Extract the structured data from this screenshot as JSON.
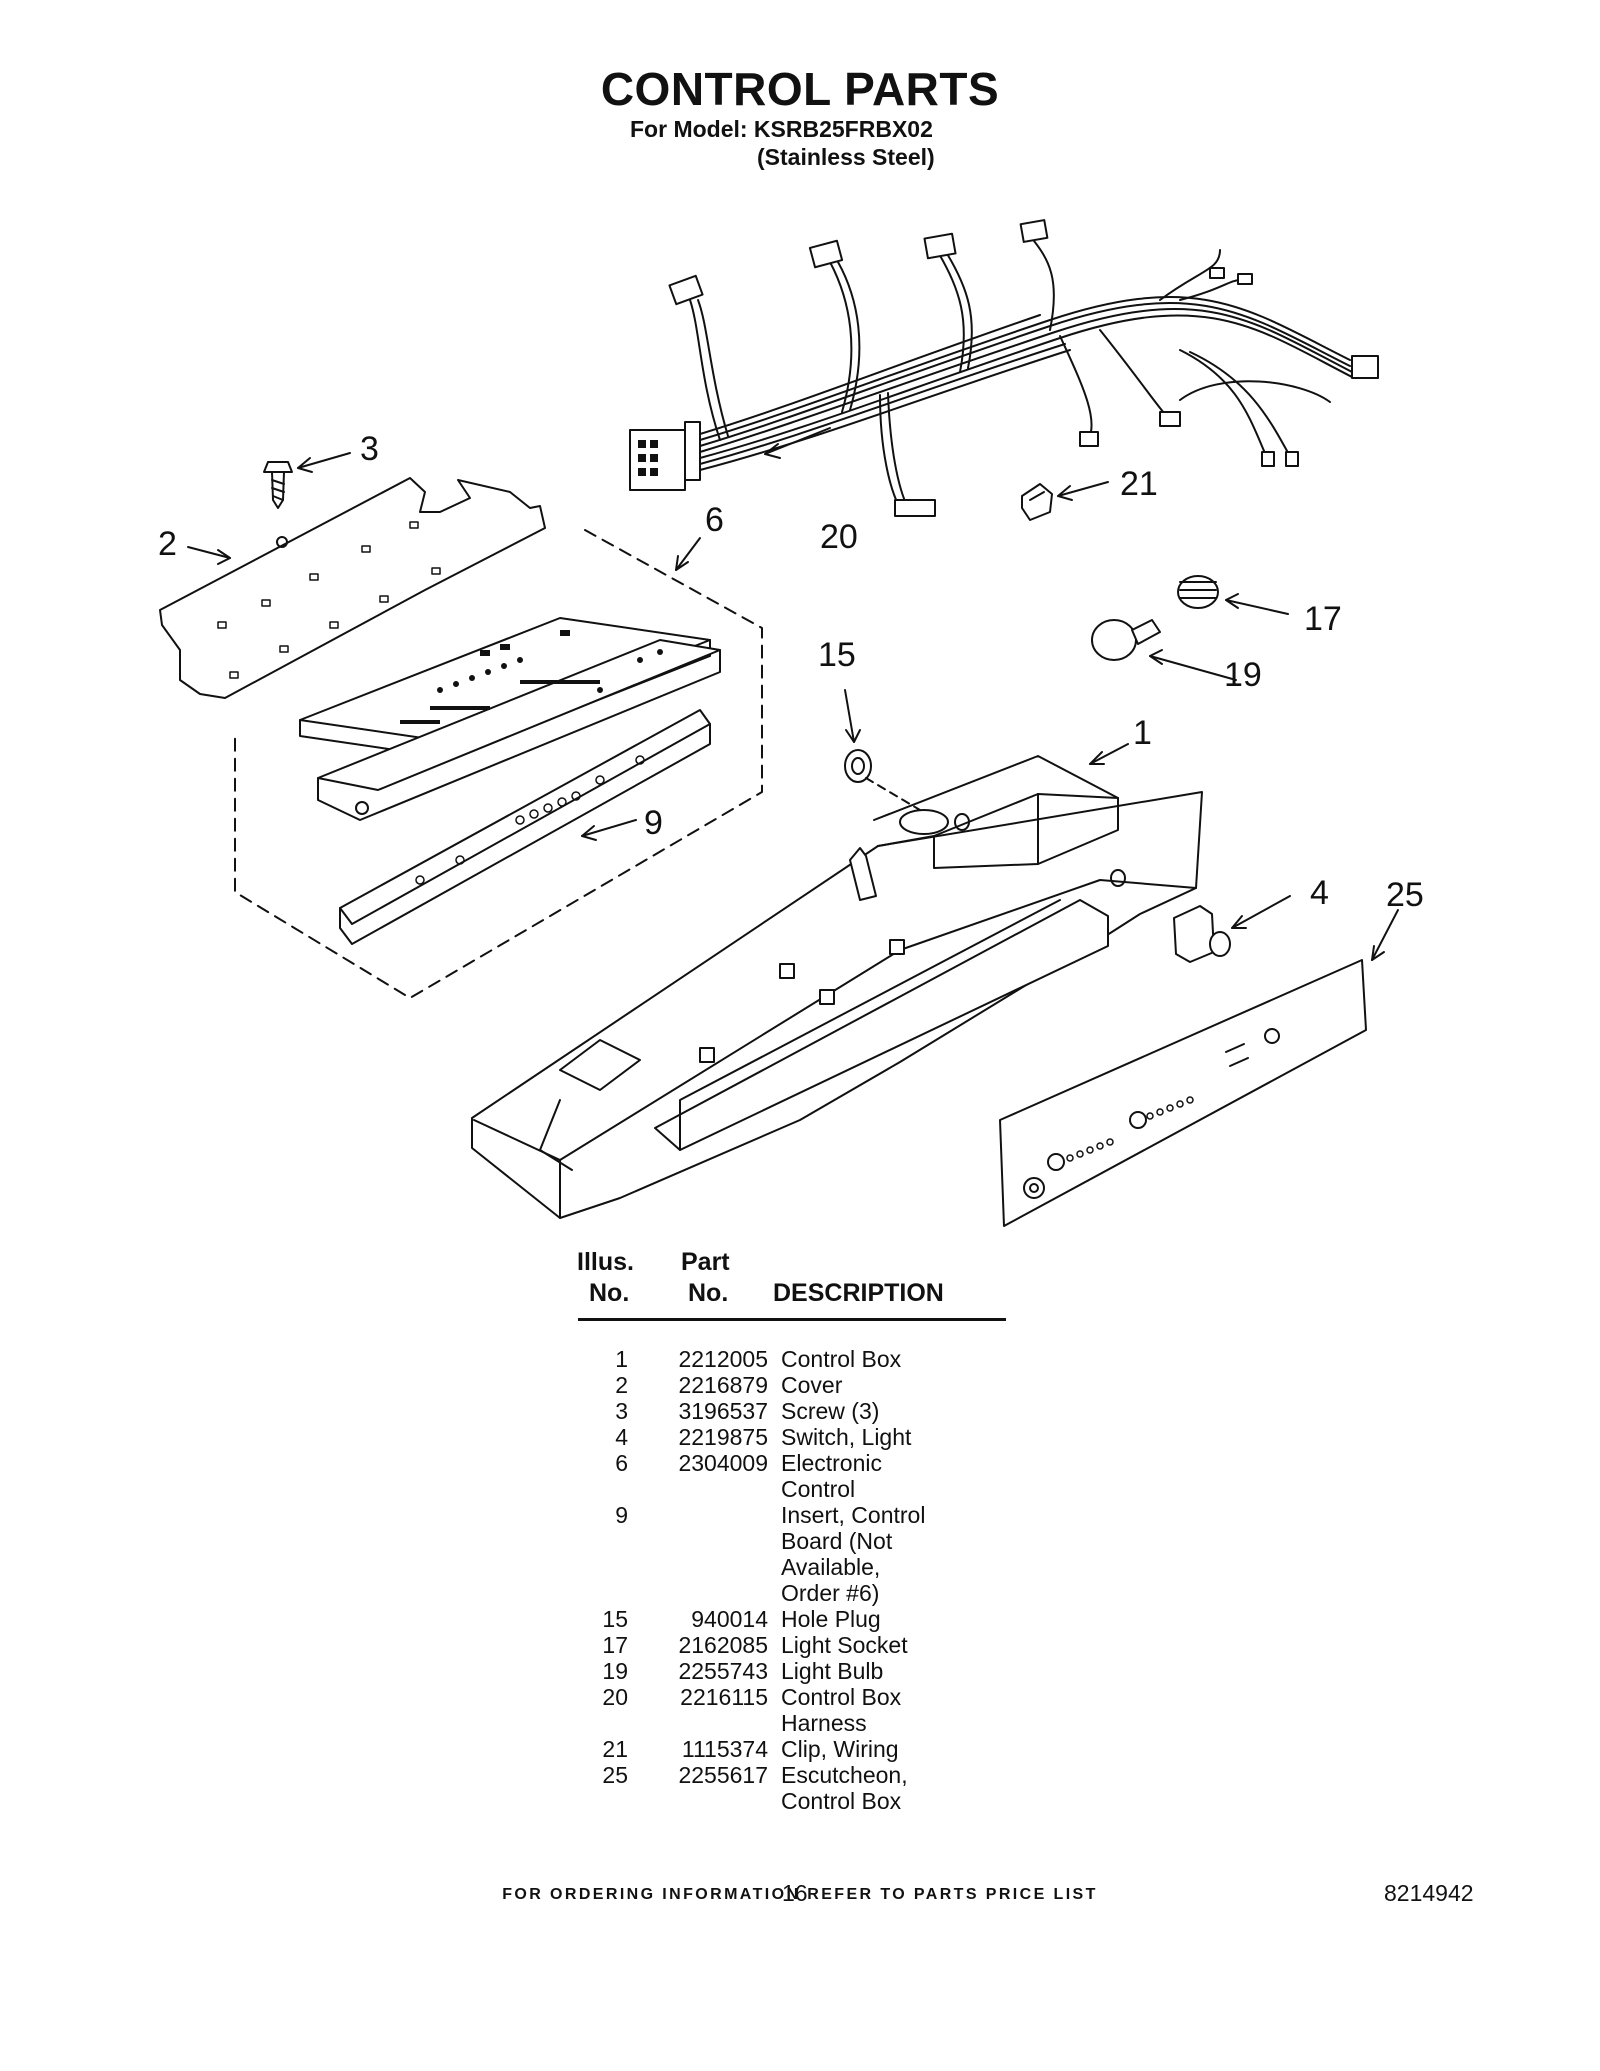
{
  "header": {
    "title": "CONTROL PARTS",
    "model_line": "For Model: KSRB25FRBX02",
    "finish_line": "(Stainless Steel)"
  },
  "diagram": {
    "callouts": [
      "1",
      "2",
      "3",
      "4",
      "6",
      "9",
      "15",
      "17",
      "19",
      "20",
      "21",
      "25"
    ]
  },
  "parts_table": {
    "headers": {
      "illus_line1": "Illus.",
      "illus_line2": "No.",
      "part_line1": "Part",
      "part_line2": "No.",
      "description": "DESCRIPTION"
    },
    "rows": [
      {
        "illus": "1",
        "part": "2212005",
        "desc": "Control Box"
      },
      {
        "illus": "2",
        "part": "2216879",
        "desc": "Cover"
      },
      {
        "illus": "3",
        "part": "3196537",
        "desc": "Screw (3)"
      },
      {
        "illus": "4",
        "part": "2219875",
        "desc": "Switch, Light"
      },
      {
        "illus": "6",
        "part": "2304009",
        "desc": "Electronic"
      },
      {
        "illus": "",
        "part": "",
        "desc": "Control"
      },
      {
        "illus": "9",
        "part": "",
        "desc": "Insert, Control"
      },
      {
        "illus": "",
        "part": "",
        "desc": "Board (Not"
      },
      {
        "illus": "",
        "part": "",
        "desc": "Available,"
      },
      {
        "illus": "",
        "part": "",
        "desc": "Order #6)"
      },
      {
        "illus": "15",
        "part": "940014",
        "desc": "Hole Plug"
      },
      {
        "illus": "17",
        "part": "2162085",
        "desc": "Light Socket"
      },
      {
        "illus": "19",
        "part": "2255743",
        "desc": "Light Bulb"
      },
      {
        "illus": "20",
        "part": "2216115",
        "desc": "Control Box"
      },
      {
        "illus": "",
        "part": "",
        "desc": "Harness"
      },
      {
        "illus": "21",
        "part": "1115374",
        "desc": "Clip, Wiring"
      },
      {
        "illus": "25",
        "part": "2255617",
        "desc": "Escutcheon,"
      },
      {
        "illus": "",
        "part": "",
        "desc": "Control Box"
      }
    ]
  },
  "footer": {
    "ordering_note": "FOR ORDERING INFORMATION REFER TO PARTS PRICE LIST",
    "page_number": "16",
    "document_number": "8214942"
  }
}
